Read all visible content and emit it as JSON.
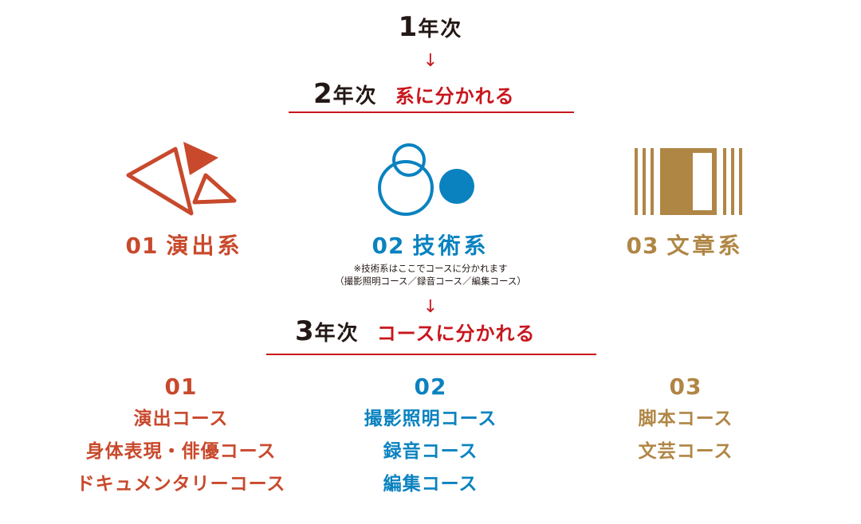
{
  "flow": {
    "year1": {
      "num": "1",
      "kanji": "年次"
    },
    "arrow": "↓",
    "year2": {
      "num": "2",
      "kanji": "年次",
      "sub": "系に分かれる"
    },
    "year3": {
      "num": "3",
      "kanji": "年次",
      "sub": "コースに分かれる"
    }
  },
  "fields": [
    {
      "num": "01",
      "name": "演出系",
      "color": "#c8492c",
      "icon": "triangles-icon"
    },
    {
      "num": "02",
      "name": "技術系",
      "color": "#0a82c0",
      "icon": "circles-icon"
    },
    {
      "num": "03",
      "name": "文章系",
      "color": "#b08645",
      "icon": "film-bars-icon"
    }
  ],
  "tech_note": {
    "line1": "※技術系はここでコースに分かれます",
    "line2": "（撮影照明コース／録音コース／編集コース）"
  },
  "courses": [
    {
      "num": "01",
      "items": [
        "演出コース",
        "身体表現・俳優コース",
        "ドキュメンタリーコース"
      ]
    },
    {
      "num": "02",
      "items": [
        "撮影照明コース",
        "録音コース",
        "編集コース"
      ]
    },
    {
      "num": "03",
      "items": [
        "脚本コース",
        "文芸コース"
      ]
    }
  ]
}
